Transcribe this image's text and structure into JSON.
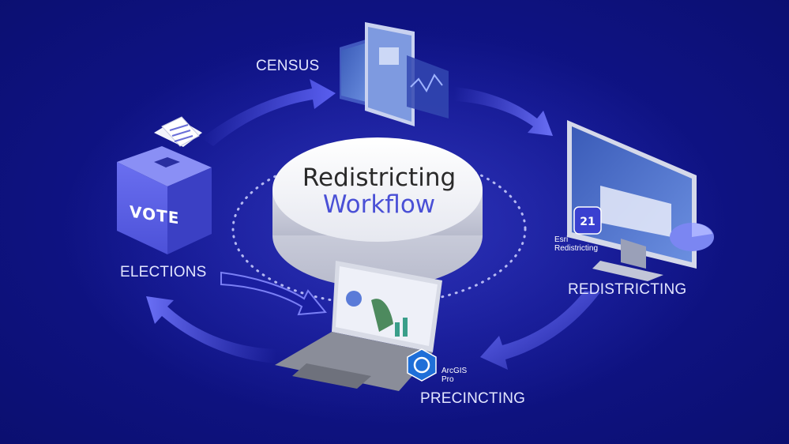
{
  "center": {
    "title_line1": "Redistricting",
    "title_line2": "Workflow"
  },
  "stages": {
    "census": "CENSUS",
    "redistricting": "REDISTRICTING",
    "precincting": "PRECINCTING",
    "elections": "ELECTIONS"
  },
  "ballot_box": {
    "label": "VOTE"
  },
  "logos": {
    "esri_redistricting": {
      "line1": "Esri",
      "line2": "Redistricting"
    },
    "arcgis_pro": {
      "line1": "ArcGIS",
      "line2": "Pro"
    }
  },
  "colors": {
    "background": "#0d1178",
    "arrow": "#5a5ff0",
    "label": "#e3e6ff",
    "title_dark": "#2a2a2a",
    "title_accent": "#4a50d6"
  }
}
